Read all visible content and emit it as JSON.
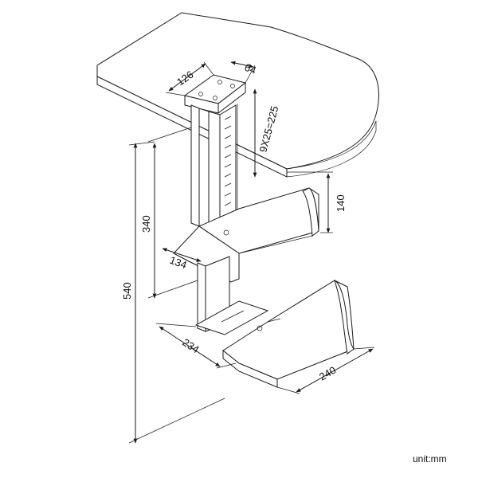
{
  "dimensions": {
    "width_top": "126",
    "depth_top": "64",
    "adjust_range": "9X25=225",
    "clamp_height": "140",
    "min_height": "340",
    "max_height": "540",
    "clamp_depth": "134",
    "base_width": "234",
    "base_depth": "240"
  },
  "unit_label": "unit:mm"
}
